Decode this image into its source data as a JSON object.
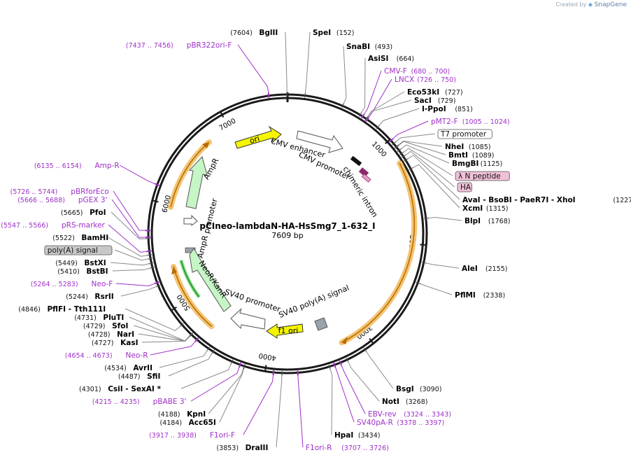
{
  "branding": {
    "created_by": "Created by",
    "logo_text": "SnapGene"
  },
  "plasmid": {
    "name": "pCIneo-lambdaN-HA-HsSmg7_1-632_I",
    "length_label": "7609 bp",
    "length": 7609
  },
  "colors": {
    "enzyme": "#000000",
    "primer": "#9f30c8",
    "feature_line": "#8a8a8a",
    "backbone": "#1a1a1a",
    "orf_orange": "#f3a020",
    "ori_yellow": "#f5f500",
    "ampr_green": "#c6f5c6",
    "tag_pink": "#f0c0d8"
  },
  "ticks": [
    {
      "bp": 1000,
      "label": "1000"
    },
    {
      "bp": 2000,
      "label": "2000"
    },
    {
      "bp": 3000,
      "label": "3000"
    },
    {
      "bp": 4000,
      "label": "4000"
    },
    {
      "bp": 5000,
      "label": "5000"
    },
    {
      "bp": 6000,
      "label": "6000"
    },
    {
      "bp": 7000,
      "label": "7000"
    }
  ],
  "labels": [
    {
      "type": "enzyme",
      "name": "BglII",
      "pos": "(7604)",
      "pos_first": true
    },
    {
      "type": "enzyme",
      "name": "SpeI",
      "pos": "(152)"
    },
    {
      "type": "enzyme",
      "name": "SnaBI",
      "pos": "(493)"
    },
    {
      "type": "enzyme",
      "name": "AsiSI",
      "pos": "(664)"
    },
    {
      "type": "primer",
      "name": "CMV-F",
      "pos": "(680 .. 700)"
    },
    {
      "type": "primer",
      "name": "LNCX",
      "pos": "(726 .. 750)"
    },
    {
      "type": "enzyme",
      "name": "Eco53kI",
      "pos": "(727)"
    },
    {
      "type": "enzyme",
      "name": "SacI",
      "pos": "(729)"
    },
    {
      "type": "enzyme",
      "name": "I-PpoI",
      "pos": "(851)"
    },
    {
      "type": "primer",
      "name": "pMT2-F",
      "pos": "(1005 .. 1024)"
    },
    {
      "type": "boxed",
      "name": "T7 promoter"
    },
    {
      "type": "enzyme",
      "name": "NheI",
      "pos": "(1085)"
    },
    {
      "type": "enzyme",
      "name": "BmtI",
      "pos": "(1089)"
    },
    {
      "type": "enzyme",
      "name": "BmgBI",
      "pos": "(1125)"
    },
    {
      "type": "tag",
      "name": "λ N peptide"
    },
    {
      "type": "tag",
      "name": "HA"
    },
    {
      "type": "multi",
      "name": "AvaI  - BsoBI  - PaeR7I  - XhoI",
      "pos": "(1227)"
    },
    {
      "type": "enzyme",
      "name": "XcmI",
      "pos": "(1315)"
    },
    {
      "type": "enzyme",
      "name": "BlpI",
      "pos": "(1768)"
    },
    {
      "type": "enzyme",
      "name": "AleI",
      "pos": "(2155)"
    },
    {
      "type": "enzyme",
      "name": "PflMI",
      "pos": "(2338)"
    },
    {
      "type": "enzyme",
      "name": "BsgI",
      "pos": "(3090)"
    },
    {
      "type": "enzyme",
      "name": "NotI",
      "pos": "(3268)"
    },
    {
      "type": "primer",
      "name": "EBV-rev",
      "pos": "(3324 .. 3343)"
    },
    {
      "type": "primer",
      "name": "SV40pA-R",
      "pos": "(3378 .. 3397)"
    },
    {
      "type": "enzyme",
      "name": "HpaI",
      "pos": "(3434)"
    },
    {
      "type": "primer",
      "name": "F1ori-R",
      "pos": "(3707 .. 3726)"
    },
    {
      "type": "enzyme",
      "name": "DraIII",
      "pos": "(3853)",
      "pos_first": true
    },
    {
      "type": "primer",
      "name": "F1ori-F",
      "pos": "(3917 .. 3938)",
      "pos_first": true
    },
    {
      "type": "enzyme",
      "name": "Acc65I",
      "pos": "(4184)",
      "pos_first": true
    },
    {
      "type": "enzyme",
      "name": "KpnI",
      "pos": "(4188)",
      "pos_first": true
    },
    {
      "type": "primer",
      "name": "pBABE 3'",
      "pos": "(4215 .. 4235)",
      "pos_first": true
    },
    {
      "type": "multi",
      "name": "CsiI  - SexAI *",
      "pos": "(4301)",
      "pos_first": true
    },
    {
      "type": "enzyme",
      "name": "SfiI",
      "pos": "(4487)",
      "pos_first": true
    },
    {
      "type": "enzyme",
      "name": "AvrII",
      "pos": "(4534)",
      "pos_first": true
    },
    {
      "type": "primer",
      "name": "Neo-R",
      "pos": "(4654 .. 4673)",
      "pos_first": true
    },
    {
      "type": "enzyme",
      "name": "KasI",
      "pos": "(4727)",
      "pos_first": true
    },
    {
      "type": "enzyme",
      "name": "NarI",
      "pos": "(4728)",
      "pos_first": true
    },
    {
      "type": "enzyme",
      "name": "SfoI",
      "pos": "(4729)",
      "pos_first": true
    },
    {
      "type": "enzyme",
      "name": "PluTI",
      "pos": "(4731)",
      "pos_first": true
    },
    {
      "type": "multi",
      "name": "PflFI  - Tth111I",
      "pos": "(4846)",
      "pos_first": true
    },
    {
      "type": "enzyme",
      "name": "RsrII",
      "pos": "(5244)",
      "pos_first": true
    },
    {
      "type": "primer",
      "name": "Neo-F",
      "pos": "(5264 .. 5283)",
      "pos_first": true
    },
    {
      "type": "enzyme",
      "name": "BstBI",
      "pos": "(5410)",
      "pos_first": true
    },
    {
      "type": "enzyme",
      "name": "BstXI",
      "pos": "(5449)",
      "pos_first": true
    },
    {
      "type": "boxed-grey",
      "name": "poly(A) signal"
    },
    {
      "type": "enzyme",
      "name": "BamHI",
      "pos": "(5522)",
      "pos_first": true
    },
    {
      "type": "primer",
      "name": "pRS-marker",
      "pos": "(5547 .. 5566)",
      "pos_first": true
    },
    {
      "type": "enzyme",
      "name": "PfoI",
      "pos": "(5665)",
      "pos_first": true
    },
    {
      "type": "primer",
      "name": "pGEX 3'",
      "pos": "(5666 .. 5688)",
      "pos_first": true
    },
    {
      "type": "primer",
      "name": "pBRforEco",
      "pos": "(5726 .. 5744)",
      "pos_first": true
    },
    {
      "type": "primer",
      "name": "Amp-R",
      "pos": "(6135 .. 6154)",
      "pos_first": true
    },
    {
      "type": "primer",
      "name": "pBR322ori-F",
      "pos": "(7437 .. 7456)",
      "pos_first": true
    }
  ],
  "inner_features": [
    {
      "name": "ori"
    },
    {
      "name": "CMV enhancer"
    },
    {
      "name": "CMV promoter"
    },
    {
      "name": "chimeric intron"
    },
    {
      "name": "AmpR"
    },
    {
      "name": "AmpR promoter"
    },
    {
      "name": "NeoR/KanR"
    },
    {
      "name": "SV40 promoter"
    },
    {
      "name": "SV40 poly(A) signal"
    },
    {
      "name": "f1 ori"
    }
  ]
}
